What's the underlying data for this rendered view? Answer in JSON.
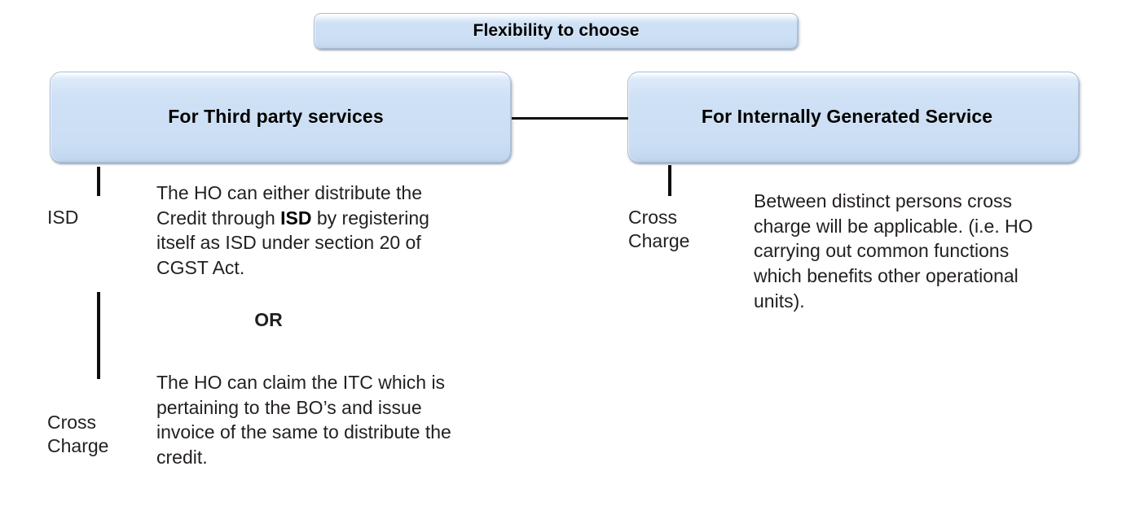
{
  "diagram": {
    "title": "Flexibility to choose",
    "accent_color": "#cfe1f5",
    "border_color": "#a9bdd4",
    "text_color": "#231f20",
    "connector_color": "#0d0d0d"
  },
  "nodes": {
    "top": {
      "label": "Flexibility to choose"
    },
    "left": {
      "label": "For Third party services"
    },
    "right": {
      "label": "For Internally Generated Service"
    }
  },
  "branches": {
    "left": {
      "isd_label": "ISD",
      "isd_text_before": "The HO can either distribute the Credit through ",
      "isd_text_bold": "ISD",
      "isd_text_after": " by registering itself as ISD under section 20 of CGST Act.",
      "or_label": "OR",
      "cross_label": "Cross\nCharge",
      "cross_text": "The HO can claim the ITC which is pertaining to the BO’s and issue invoice of the same to distribute the credit."
    },
    "right": {
      "cross_label": "Cross\nCharge",
      "cross_text": "Between distinct persons cross charge will be applicable. (i.e. HO carrying out common functions which benefits other operational units)."
    }
  }
}
